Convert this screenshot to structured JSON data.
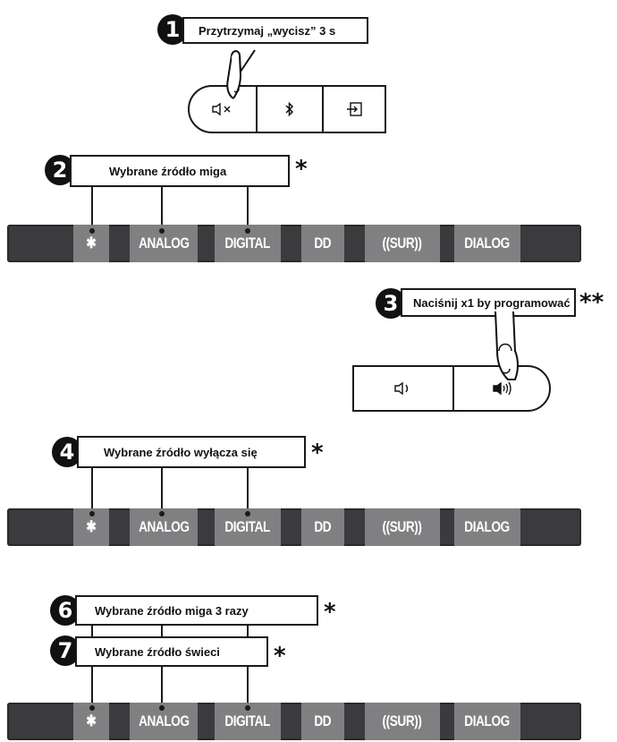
{
  "step1": {
    "number": "1",
    "text": "Przytrzymaj „wycisz” 3 s"
  },
  "step2": {
    "number": "2",
    "text": "Wybrane źródło miga",
    "note": "*"
  },
  "step3": {
    "number": "3",
    "text": "Naciśnij x1 by programować",
    "note": "**"
  },
  "step4": {
    "number": "4",
    "text": "Wybrane źródło wyłącza się",
    "note": "*"
  },
  "step6": {
    "number": "6",
    "text": "Wybrane źródło miga 3 razy",
    "note": "*"
  },
  "step7": {
    "number": "7",
    "text": "Wybrane źródło świeci",
    "note": "*"
  },
  "indicator_bar": {
    "bluetooth": "✱",
    "analog": "ANALOG",
    "digital": "DIGITAL",
    "dolby": "DD",
    "surround": "((SUR))",
    "dialog": "DIALOG"
  },
  "remote_top": {
    "mute_icon": "mute-icon",
    "bluetooth_icon": "bluetooth-icon",
    "input_icon": "input-icon"
  },
  "remote_volume": {
    "down_icon": "volume-down-icon",
    "up_icon": "volume-up-icon"
  },
  "colors": {
    "bar": "#3b3b3d",
    "led": "#808082",
    "outline": "#1a1a1a"
  }
}
